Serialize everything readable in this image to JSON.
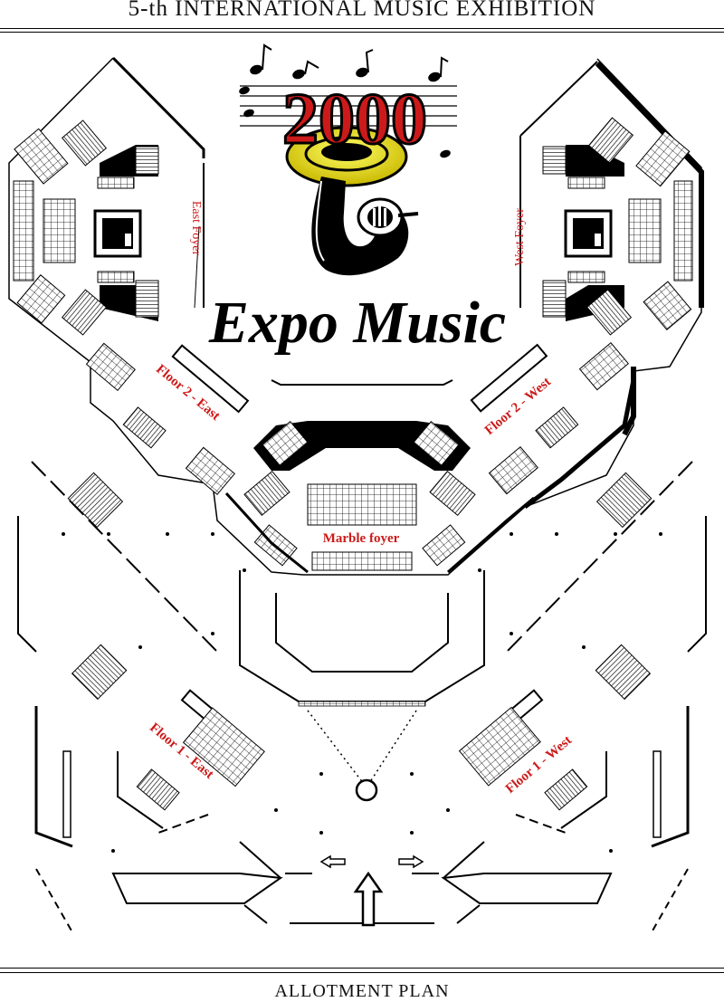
{
  "header": {
    "title": "5-th INTERNATIONAL MUSIC EXHIBITION"
  },
  "logo": {
    "year": "2000",
    "name": "Expo Music"
  },
  "zones": {
    "east_foyer": "East Foyer",
    "west_foyer": "West Foyer",
    "floor2_east": "Floor 2 - East",
    "floor2_west": "Floor 2 - West",
    "marble_foyer": "Marble foyer",
    "floor1_east": "Floor 1 - East",
    "floor1_west": "Floor 1 - West"
  },
  "footer": {
    "title": "ALLOTMENT PLAN"
  },
  "colors": {
    "label": "#cc1a1a",
    "ink": "#000000",
    "logo_yellow": "#f2e600"
  }
}
